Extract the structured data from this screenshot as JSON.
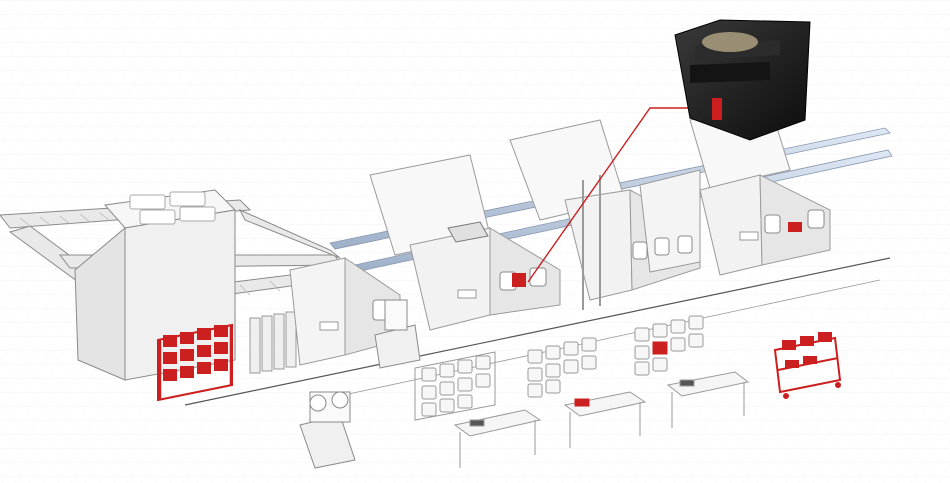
{
  "diagram": {
    "description_text": "",
    "accent_color": "#cc1f1f",
    "machine_color": "#f2f2f2",
    "outline_color": "#9a9a9a",
    "rail_color": "#aab8cc",
    "foup_color": "#1e1e1e",
    "elements": [
      {
        "id": "conveyor",
        "icon": "roller-conveyor-icon"
      },
      {
        "id": "stocker",
        "icon": "stocker-icon"
      },
      {
        "id": "process-tools",
        "icon": "process-tool-icon",
        "count": 5
      },
      {
        "id": "overhead-rails",
        "icon": "overhead-rail-icon",
        "count": 2
      },
      {
        "id": "foup-callout",
        "icon": "foup-carrier-icon"
      },
      {
        "id": "storage-racks",
        "icon": "storage-rack-icon",
        "count": 3
      },
      {
        "id": "work-tables",
        "icon": "work-table-icon",
        "count": 3
      },
      {
        "id": "red-rack",
        "icon": "red-rack-icon"
      },
      {
        "id": "red-cart",
        "icon": "red-cart-icon"
      },
      {
        "id": "manual-cart",
        "icon": "manual-cart-icon"
      },
      {
        "id": "robot-loader",
        "icon": "robot-loader-icon"
      }
    ]
  }
}
